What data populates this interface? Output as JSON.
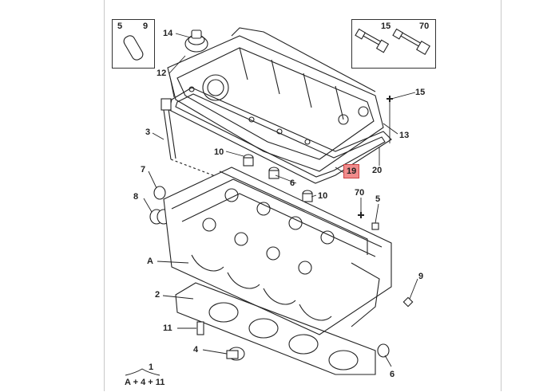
{
  "callouts": {
    "n14": "14",
    "n12": "12",
    "n3": "3",
    "n10a": "10",
    "n10b": "10",
    "n6a": "6",
    "n7": "7",
    "n8": "8",
    "nA": "A",
    "n2": "2",
    "n11": "11",
    "n4": "4",
    "n1": "1",
    "formula": "A + 4 + 11",
    "n15": "15",
    "n13": "13",
    "n20": "20",
    "n19": "19",
    "n70": "70",
    "n5": "5",
    "n9": "9",
    "n6b": "6"
  },
  "ref_boxes": {
    "left": {
      "a": "5",
      "b": "9"
    },
    "right": {
      "a": "15",
      "b": "70"
    }
  },
  "highlight_color": "#f08b8b"
}
